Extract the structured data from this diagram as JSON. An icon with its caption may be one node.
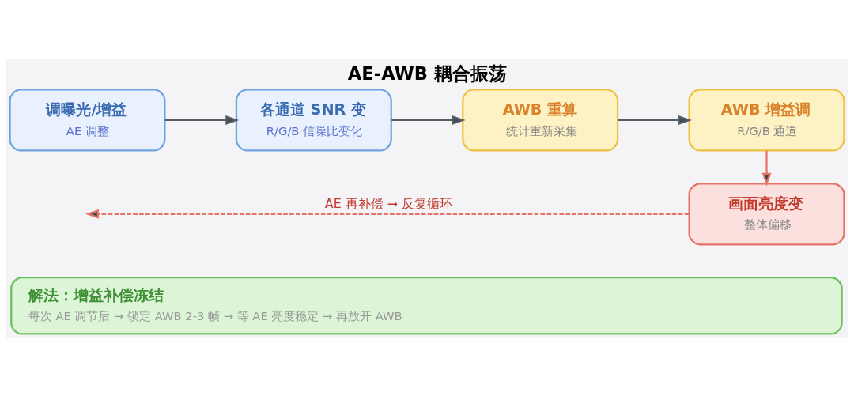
{
  "diagram": {
    "title": "AE-AWB 耦合振荡",
    "nodes": [
      {
        "text": [
          "调曝光/增益",
          "AE 调整"
        ]
      },
      {
        "text": [
          "各通道 SNR 变",
          "R/G/B 信噪比变化"
        ]
      },
      {
        "text": [
          "AWB 重算",
          "统计重新采集"
        ]
      },
      {
        "text": [
          "AWB 增益调",
          "R/G/B 通道"
        ]
      },
      {
        "text": [
          "画面亮度变",
          "整体偏移"
        ]
      },
      {
        "text": [
          "解法：增益补偿冻结",
          "每次 AE 调节后 → 锁定 AWB 2-3 帧 → 等 AE 亮度稳定 → 再放开 AWB"
        ]
      }
    ],
    "edges": [
      {
        "from": 0,
        "to": 1,
        "arrow": "to"
      },
      {
        "from": 1,
        "to": 2,
        "arrow": "to"
      },
      {
        "from": 2,
        "to": 3,
        "arrow": "to"
      },
      {
        "from": 3,
        "to": 4,
        "arrow": "to",
        "color": "#e57368"
      },
      {
        "from": 4,
        "to": null,
        "arrow": "to",
        "style": "dashed",
        "color": "#e57368",
        "label": "AE 再补偿 → 反复循环"
      }
    ]
  }
}
